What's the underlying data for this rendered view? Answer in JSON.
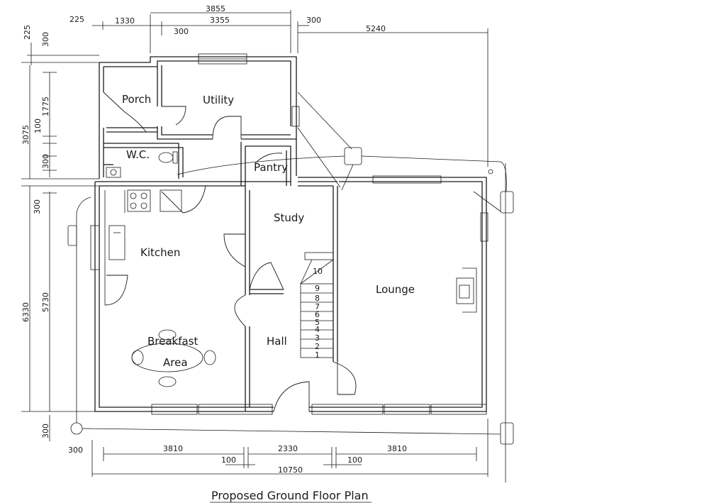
{
  "title": "Proposed Ground Floor Plan",
  "rooms": {
    "porch": "Porch",
    "utility": "Utility",
    "wc": "W.C.",
    "pantry": "Pantry",
    "kitchen": "Kitchen",
    "breakfast_line1": "Breakfast",
    "breakfast_line2": "Area",
    "study": "Study",
    "hall": "Hall",
    "lounge": "Lounge"
  },
  "dimensions": {
    "top_225": "225",
    "top_1330": "1330",
    "top_3855a": "3855",
    "top_3355": "3355",
    "top_300a": "300",
    "top_300b": "300",
    "top_5240": "5240",
    "left_225": "225",
    "left_300a": "300",
    "left_3075": "3075",
    "left_100": "100",
    "left_1775": "1775",
    "left_300b": "300",
    "left_300c": "300",
    "left_6330": "6330",
    "left_5730": "5730",
    "left_300d": "300",
    "bottom_300": "300",
    "bottom_3810a": "3810",
    "bottom_2330": "2330",
    "bottom_3810b": "3810",
    "bottom_100a": "100",
    "bottom_100b": "100",
    "bottom_10750": "10750"
  },
  "stairs": [
    "1",
    "2",
    "3",
    "4",
    "5",
    "6",
    "7",
    "8",
    "9",
    "10"
  ]
}
